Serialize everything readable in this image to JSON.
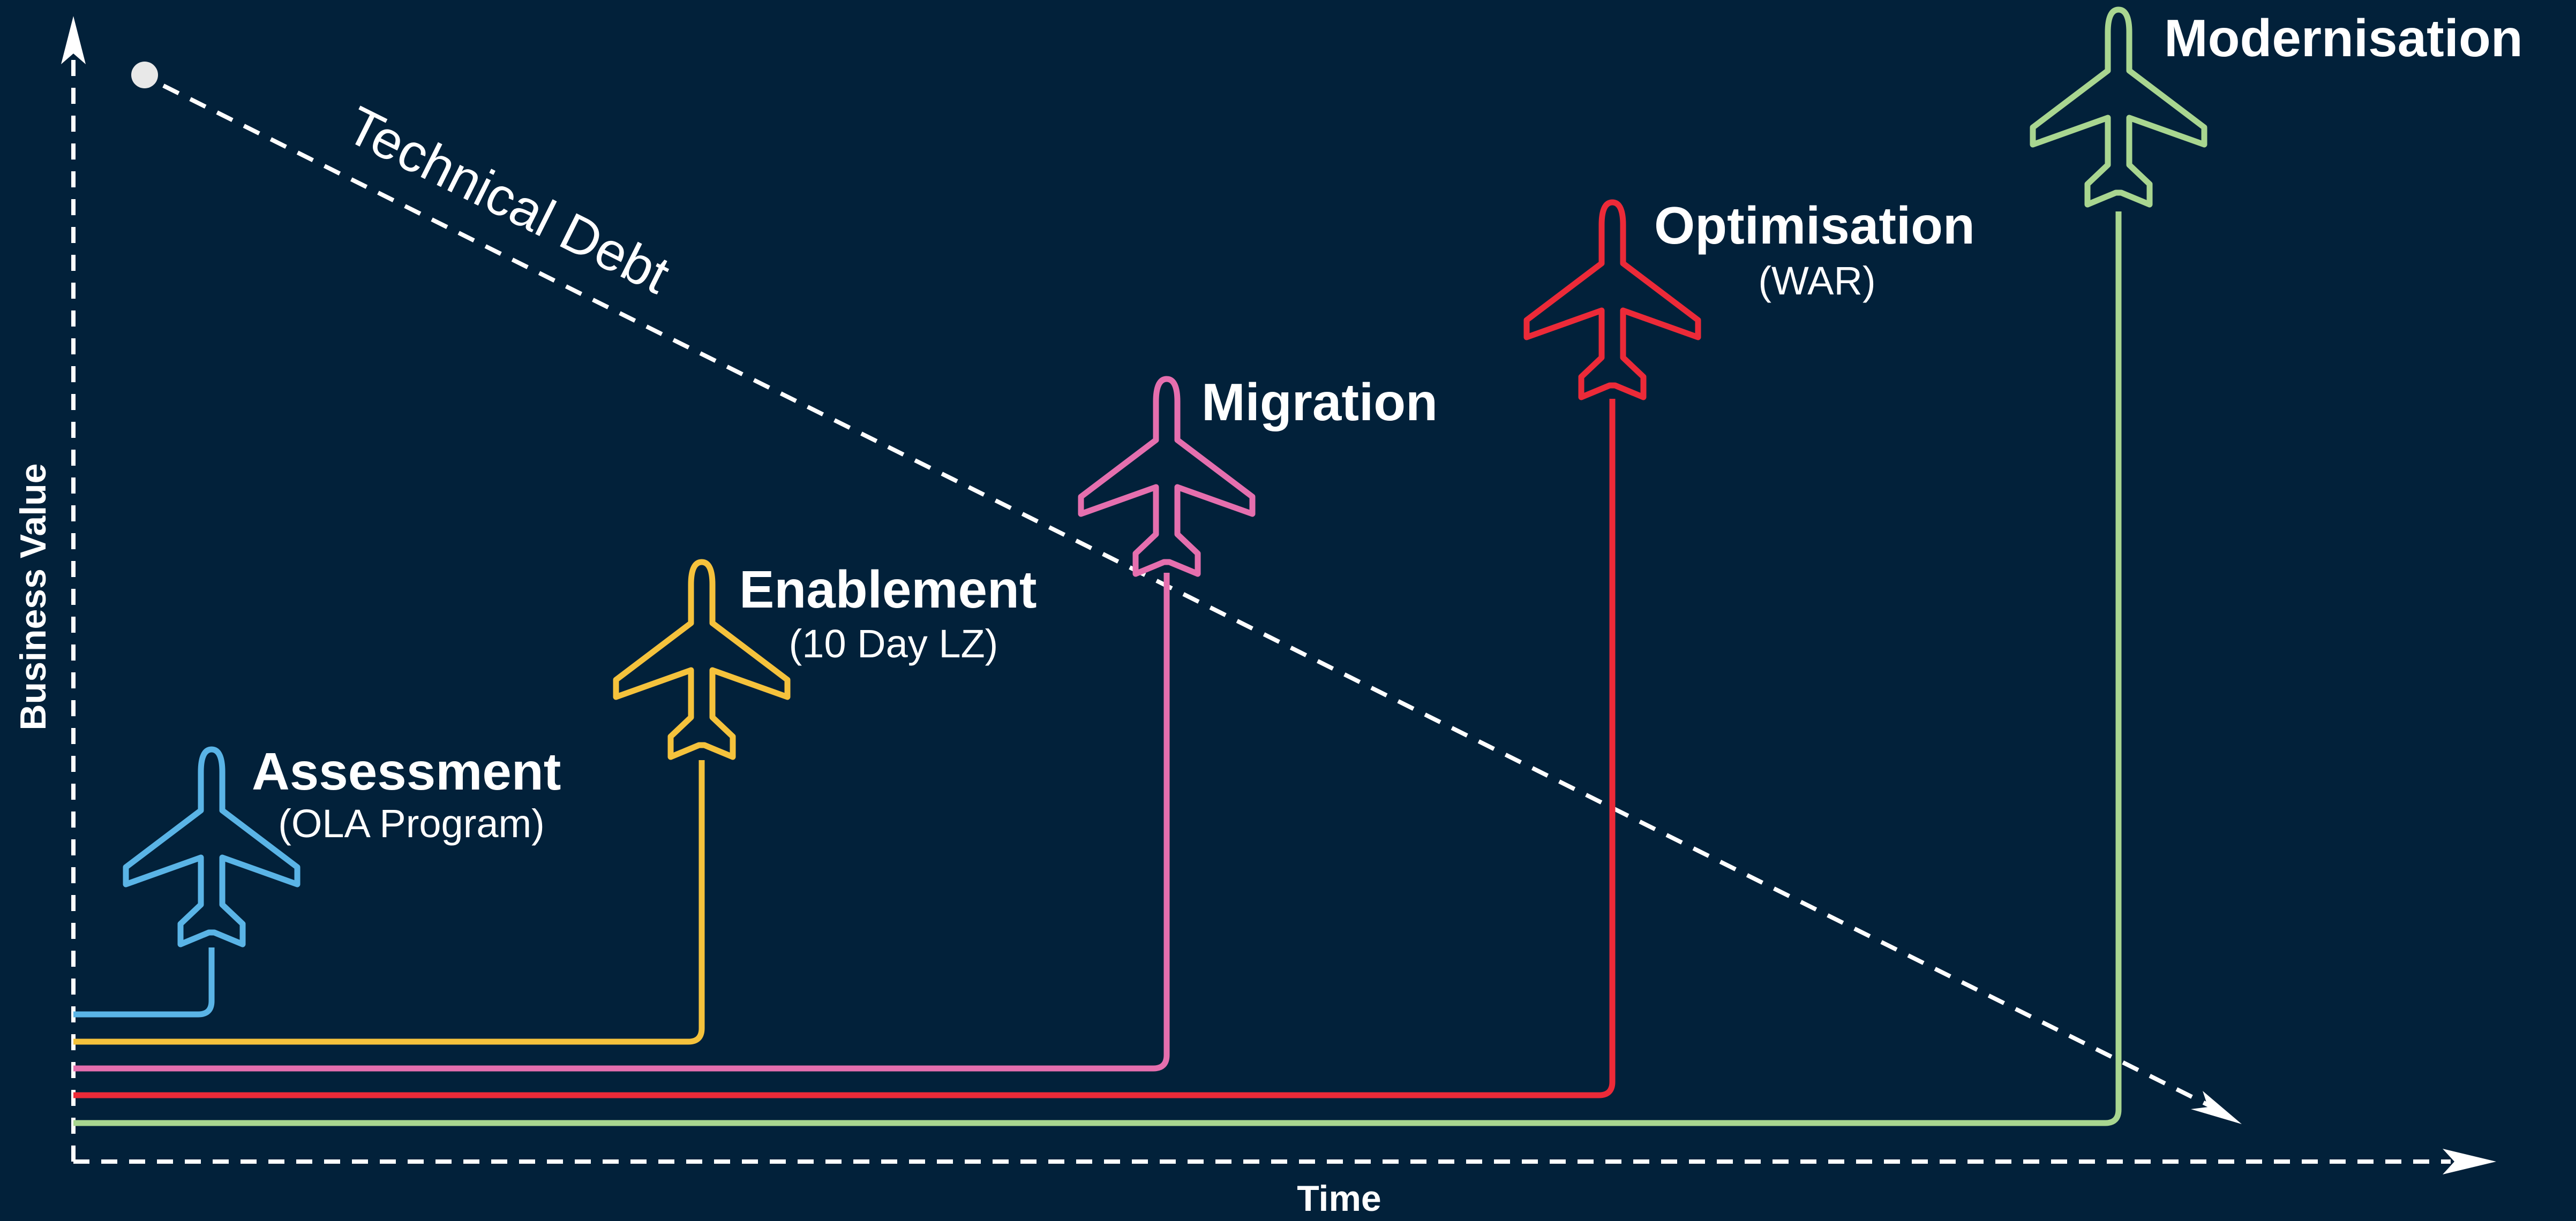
{
  "diagram": {
    "x_axis_label": "Time",
    "y_axis_label": "Business Value",
    "debt_label": "Technical Debt",
    "stages": [
      {
        "key": "assessment",
        "title": "Assessment",
        "subtitle": "(OLA Program)",
        "color": "#5ab4e6"
      },
      {
        "key": "enablement",
        "title": "Enablement",
        "subtitle": "(10 Day LZ)",
        "color": "#f5c23c"
      },
      {
        "key": "migration",
        "title": "Migration",
        "subtitle": "",
        "color": "#e56fae"
      },
      {
        "key": "optimisation",
        "title": "Optimisation",
        "subtitle": "(WAR)",
        "color": "#ec2a38"
      },
      {
        "key": "modernisation",
        "title": "Modernisation",
        "subtitle": "",
        "color": "#a9d690"
      }
    ],
    "colors": {
      "background": "#02213a",
      "axis": "#ffffff"
    },
    "icons": {
      "stage_marker": "airplane-icon",
      "axis_arrow": "arrowhead-icon",
      "debt_start": "dot-icon"
    }
  }
}
